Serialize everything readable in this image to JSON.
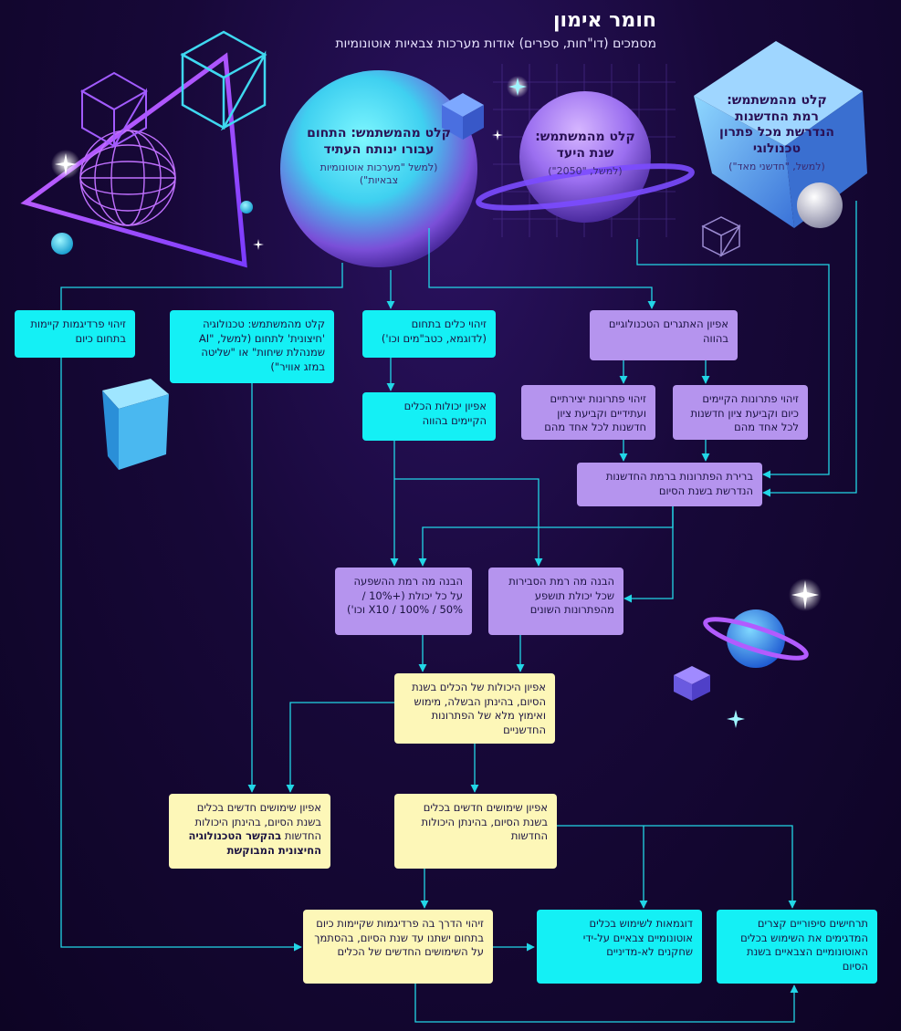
{
  "header": {
    "title": "חומר אימון",
    "subtitle": "מסמכים (דו\"חות, ספרים) אודות מערכות צבאיות אוטונומיות"
  },
  "inputs": {
    "field": {
      "label": "קלט מהמשתמש: התחום עבורו ינותח העתיד",
      "example": "(למשל \"מערכות אוטונומיות צבאיות\")"
    },
    "target_year": {
      "label": "קלט מהמשתמש: שנת היעד",
      "example": "(למשל, \"2050\")"
    },
    "innovation_level": {
      "label": "קלט מהמשתמש: רמת החדשנות הנדרשת מכל פתרון טכנולוגי",
      "example": "(למשל, \"חדשני מאד\")"
    }
  },
  "nodes": {
    "paradigms": "זיהוי פרדיגמות קיימות בתחום כיום",
    "external_tech": "קלט מהמשתמש: טכנולוגיה 'חיצונית' לתחום (למשל, \"AI שמנהלת שיחות\" או \"שליטה במזג אוויר\")",
    "tools": "זיהוי כלים בתחום (לדוגמא, כטב\"מים וכו')",
    "challenges": "אפיון האתגרים הטכנולוגיים בהווה",
    "tool_capabilities": "אפיון יכולות הכלים הקיימים בהווה",
    "existing_solutions": "זיהוי פתרונות הקיימים כיום וקביעת ציון חדשנות לכל אחד מהם",
    "creative_solutions": "זיהוי פתרונות יצירתיים ועתידיים וקביעת ציון חדשנות לכל אחד מהם",
    "selection": "ברירת הפתרונות ברמת החדשנות הנדרשת בשנת הסיום",
    "impact_level": "הבנה מה רמת ההשפעה על כל יכולת (+10% / 50% / 100% / X10 וכו')",
    "probability": "הבנה מה רמת הסבירות שכל יכולת תושפע מהפתרונות השונים",
    "future_capabilities": "אפיון היכולות של הכלים בשנת הסיום, בהינתן הבשלה, מימוש ואימוץ מלא של הפתרונות החדשניים",
    "new_uses_external": {
      "text": "אפיון שימושים חדשים בכלים בשנת הסיום, בהינתן היכולות החדשות ",
      "bold": "בהקשר הטכנולוגיה החיצונית המבוקשת"
    },
    "new_uses": "אפיון שימושים חדשים בכלים בשנת הסיום, בהינתן היכולות החדשות",
    "paradigm_shift": "זיהוי הדרך בה פרדיגמות שקיימות כיום בתחום ישתנו עד שנת הסיום, בהסתמך על השימושים החדשים של הכלים",
    "examples": "דוגמאות לשימוש בכלים אוטונומיים צבאיים על-ידי שחקנים לא-מדיניים",
    "scenarios": "תרחישים סיפוריים קצרים המדגימים את השימוש בכלים האוטונומיים הצבאיים בשנת הסיום"
  },
  "colors": {
    "background": "#170838",
    "cyan_box": "#14f0f5",
    "purple_box": "#b594ee",
    "yellow_box": "#fdf7b8",
    "connector": "#22d6e6"
  },
  "decorations": [
    "triangle-icon",
    "wire-globe-icon",
    "wire-cube-icon",
    "planet-icon",
    "ring-planet-icon",
    "sparkle-icon",
    "cube-icon"
  ]
}
